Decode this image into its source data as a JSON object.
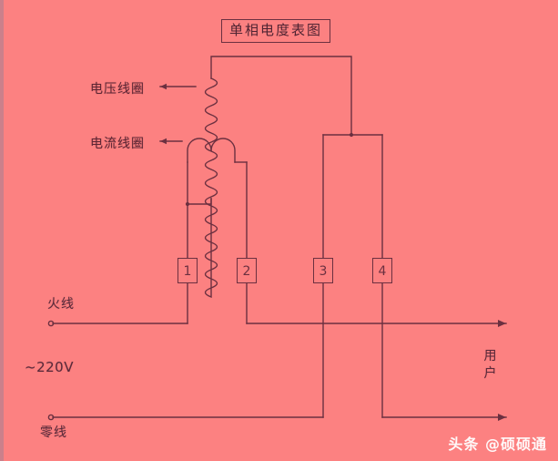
{
  "meta": {
    "background_color": "#fc8181",
    "line_color": "#6b3040",
    "text_color": "#5a2a3a"
  },
  "title": {
    "text": "单相电度表图"
  },
  "labels": {
    "voltage_coil": "电压线圈",
    "current_coil": "电流线圈",
    "live_wire": "火线",
    "supply_voltage": "~220V",
    "neutral_wire": "零线",
    "customer": "用户"
  },
  "terminals": [
    {
      "id": "1",
      "label": "1"
    },
    {
      "id": "2",
      "label": "2"
    },
    {
      "id": "3",
      "label": "3"
    },
    {
      "id": "4",
      "label": "4"
    }
  ],
  "watermark": {
    "text": "头条 @硕硕通"
  }
}
